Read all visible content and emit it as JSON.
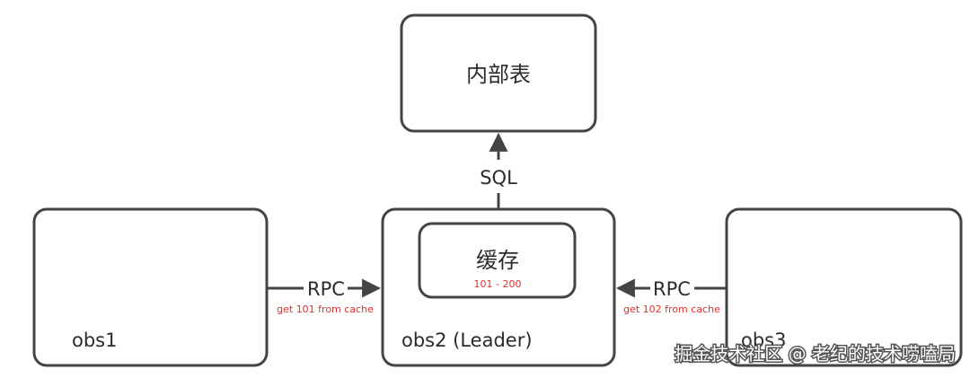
{
  "diagram": {
    "nodes": {
      "internal_table": "内部表",
      "obs1": "obs1",
      "obs2": "obs2 (Leader)",
      "obs3": "obs3",
      "cache": "缓存",
      "cache_range": "101 - 200"
    },
    "edges": {
      "sql": "SQL",
      "rpc_left": "RPC",
      "rpc_left_note": "get 101 from cache",
      "rpc_right": "RPC",
      "rpc_right_note": "get 102 from cache"
    },
    "colors": {
      "stroke": "#444444",
      "note": "#e0312a",
      "text": "#2b2b2b"
    }
  },
  "watermark": "掘金技术社区 @ 老纪的技术唠嗑局"
}
